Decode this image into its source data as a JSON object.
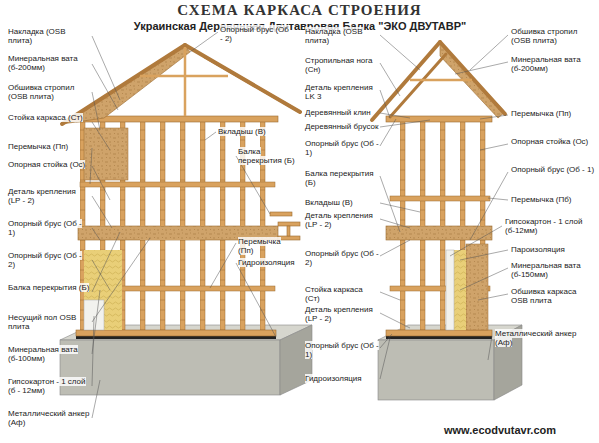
{
  "diagram": {
    "title": "СХЕМА КАРКАСА СТРОЕНИЯ",
    "labels": [
      "Украинская Деревянная Двутавровая Балка \"ЭКО ДВУТАВР\"",
      "Накладка (OSB плита)",
      "Минеральная вата (б-200мм)",
      "Обшивка стропил (OSB плита)",
      "Стойка каркаса (Ст)",
      "Перемычка (Пп)",
      "Опорная стойка (Ос)",
      "Деталь крепления (LP - 2)",
      "Опорный брус (Об - 1)",
      "Опорный брус (Об - 2)",
      "Балка перекрытия (Б)",
      "Несущий пол OSB плита",
      "Минеральная вата (б-100мм)",
      "Гипсокартон - 1 слой (б - 12мм)",
      "Металлический анкер (Аф)",
      "Опорный брус (Об - 2)",
      "Вкладыш (В)",
      "Балка перекрытия (Б)",
      "Перемычка (Пп)",
      "Гидроизоляция",
      "Накладка (OSB плита)",
      "Стропильная нога (Сн)",
      "Деталь крепления LK 3",
      "Деревянный клин",
      "Деревянный брусок",
      "Опорный брус (Об - 1)",
      "Балка перекрытия (Б)",
      "Вкладыш (В)",
      "Деталь крепления (LP - 2)",
      "Опорный брус (Об - 2)",
      "Стойка каркаса (Ст)",
      "Деталь крепления (LP - 2)",
      "Опорный брус (Об - 1)",
      "Гидроизоляция",
      "Обшивка стропил (OSB плита)",
      "Минеральная вата (б-200мм)",
      "Перемычка (Пп)",
      "Опорная стойка (Ос)",
      "Опорный брус (Об - 1)",
      "Перемычка (Пб)",
      "Гипсокартон - 1 слой (б-12мм)",
      "Пароизоляция",
      "Минеральная вата (б-150мм)",
      "Обшивка каркаса OSB плита",
      "Металлический анкер (Аф)",
      "www.ecodvutavr.com"
    ]
  }
}
